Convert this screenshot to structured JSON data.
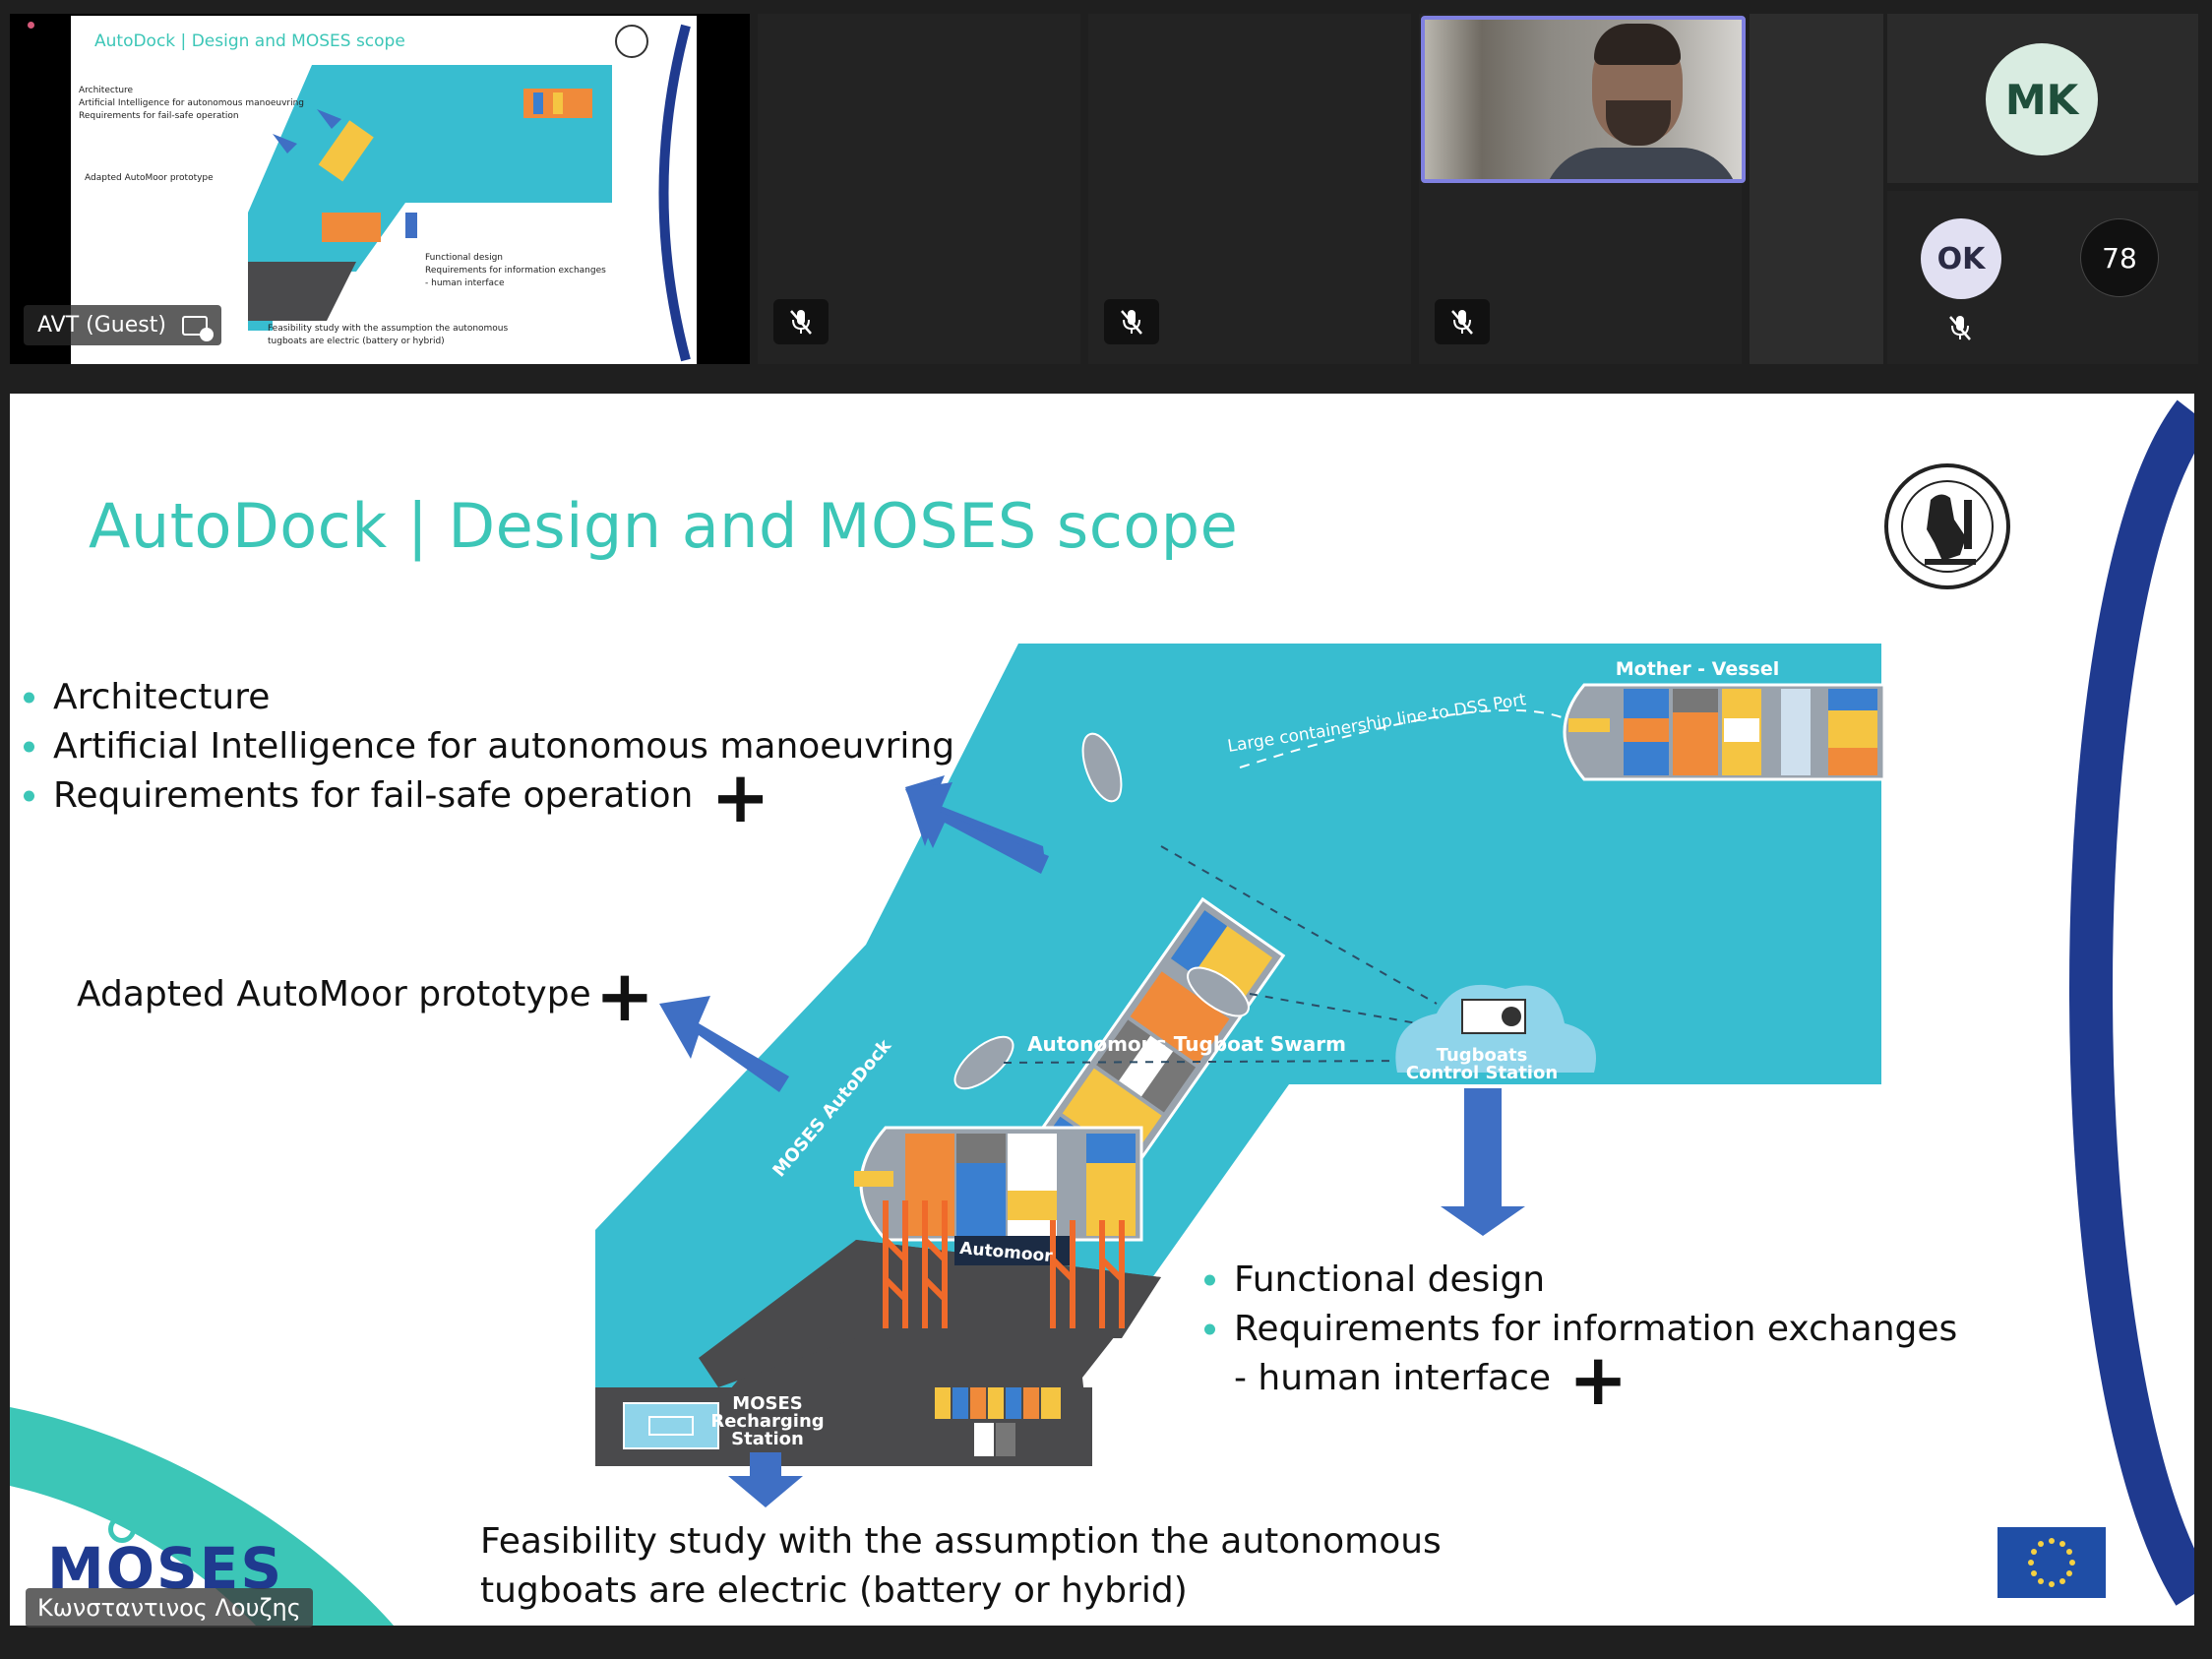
{
  "gallery": {
    "shared_tile_name": "AVT (Guest)",
    "avatars": [
      {
        "initials": "MK",
        "bg": "#d9ece1",
        "fg": "#1f4f3b"
      },
      {
        "initials": "OK",
        "bg": "#e1e0f2",
        "fg": "#2a2a44"
      }
    ],
    "more_count": "78"
  },
  "slide": {
    "title": "AutoDock | Design and MOSES scope",
    "top_bullets": [
      "Architecture",
      "Artificial Intelligence for autonomous manoeuvring",
      "Requirements for fail-safe operation"
    ],
    "automoor_label": "Adapted AutoMoor prototype",
    "right_bullets": [
      "Functional design",
      "Requirements for information exchanges"
    ],
    "right_sub": "- human interface",
    "feasibility_line1": "Feasibility study with the assumption the autonomous",
    "feasibility_line2": "tugboats are electric (battery or hybrid)",
    "map_labels": {
      "mother_vessel": "Mother - Vessel",
      "containership_line": "Large containership line to DSS Port",
      "swarm": "Autonomous Tugboat Swarm",
      "control_station_1": "Tugboats",
      "control_station_2": "Control Station",
      "autodock": "MOSES AutoDock",
      "automoor": "Automoor",
      "recharging_1": "MOSES",
      "recharging_2": "Recharging",
      "recharging_3": "Station"
    },
    "logo_text": "MOSES"
  },
  "presenter_name": "Κωνσταντινος Λουζης",
  "colors": {
    "accent": "#3cc6b7",
    "sea": "#38bdd0",
    "dock": "#4a4a4c",
    "arrow": "#3f6fc4",
    "navy": "#1f3a8f"
  }
}
